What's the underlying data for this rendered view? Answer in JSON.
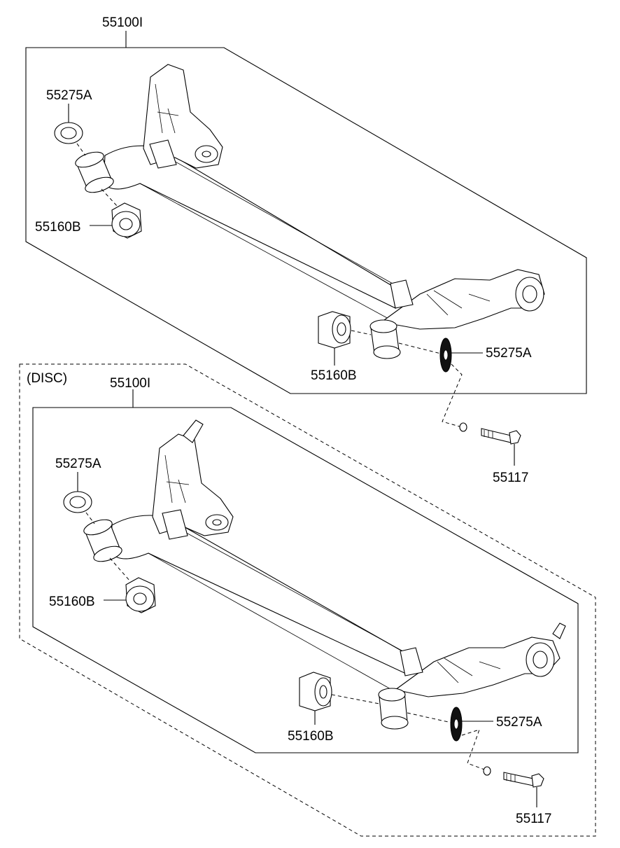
{
  "labels": {
    "top": {
      "assembly": "55100I",
      "washer_left": "55275A",
      "bushing_left": "55160B",
      "bushing_right": "55160B",
      "washer_right": "55275A",
      "bolt": "55117"
    },
    "disc": {
      "section_title": "(DISC)",
      "assembly": "55100I",
      "washer_left": "55275A",
      "bushing_left": "55160B",
      "bushing_right": "55160B",
      "washer_right": "55275A",
      "bolt": "55117"
    }
  }
}
